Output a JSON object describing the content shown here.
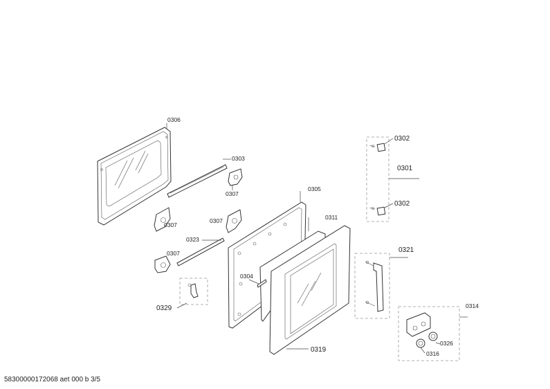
{
  "labels": {
    "l0306": "0306",
    "l0303": "0303",
    "l0307a": "0307",
    "l0307b": "0307",
    "l0307c": "0307",
    "l0307d": "0307",
    "l0323": "0323",
    "l0305": "0305",
    "l0311": "0311",
    "l0304": "0304",
    "l0319": "0319",
    "l0329": "0329",
    "l0302a": "0302",
    "l0302b": "0302",
    "l0301": "0301",
    "l0321": "0321",
    "l0314": "0314",
    "l0326": "0326",
    "l0316": "0316"
  },
  "footer": "58300000172068 aet 000 b 3/5"
}
